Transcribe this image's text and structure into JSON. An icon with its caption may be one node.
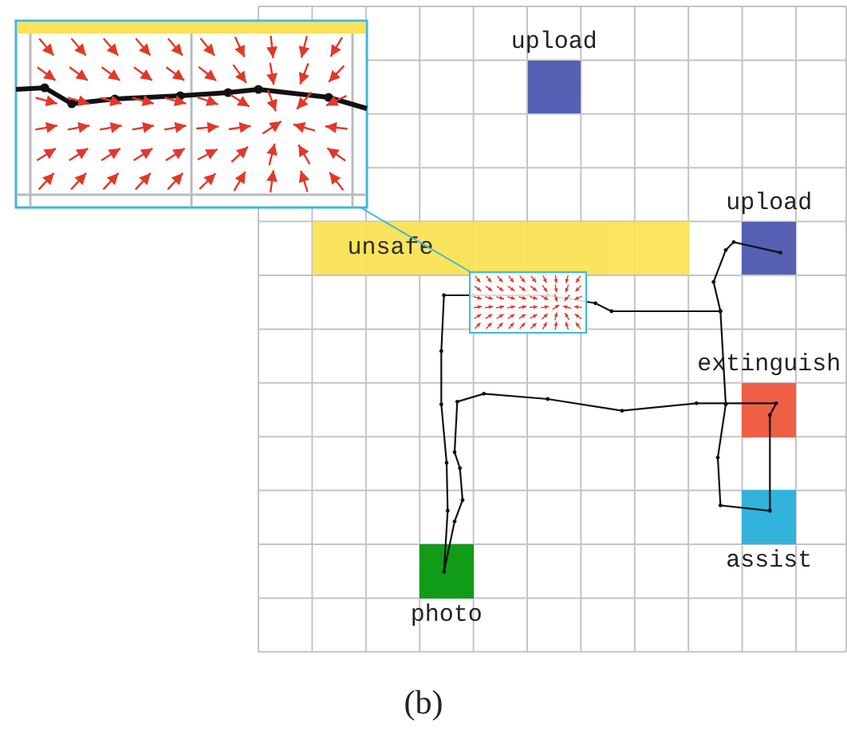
{
  "diagram": {
    "caption": "(b)",
    "nodes": [
      {
        "text": [
          "upload"
        ]
      },
      {
        "text": [
          "upload"
        ]
      },
      {
        "text": [
          "unsafe"
        ]
      },
      {
        "text": [
          "extinguish"
        ]
      },
      {
        "text": [
          "assist"
        ]
      },
      {
        "text": [
          "photo"
        ]
      }
    ]
  }
}
